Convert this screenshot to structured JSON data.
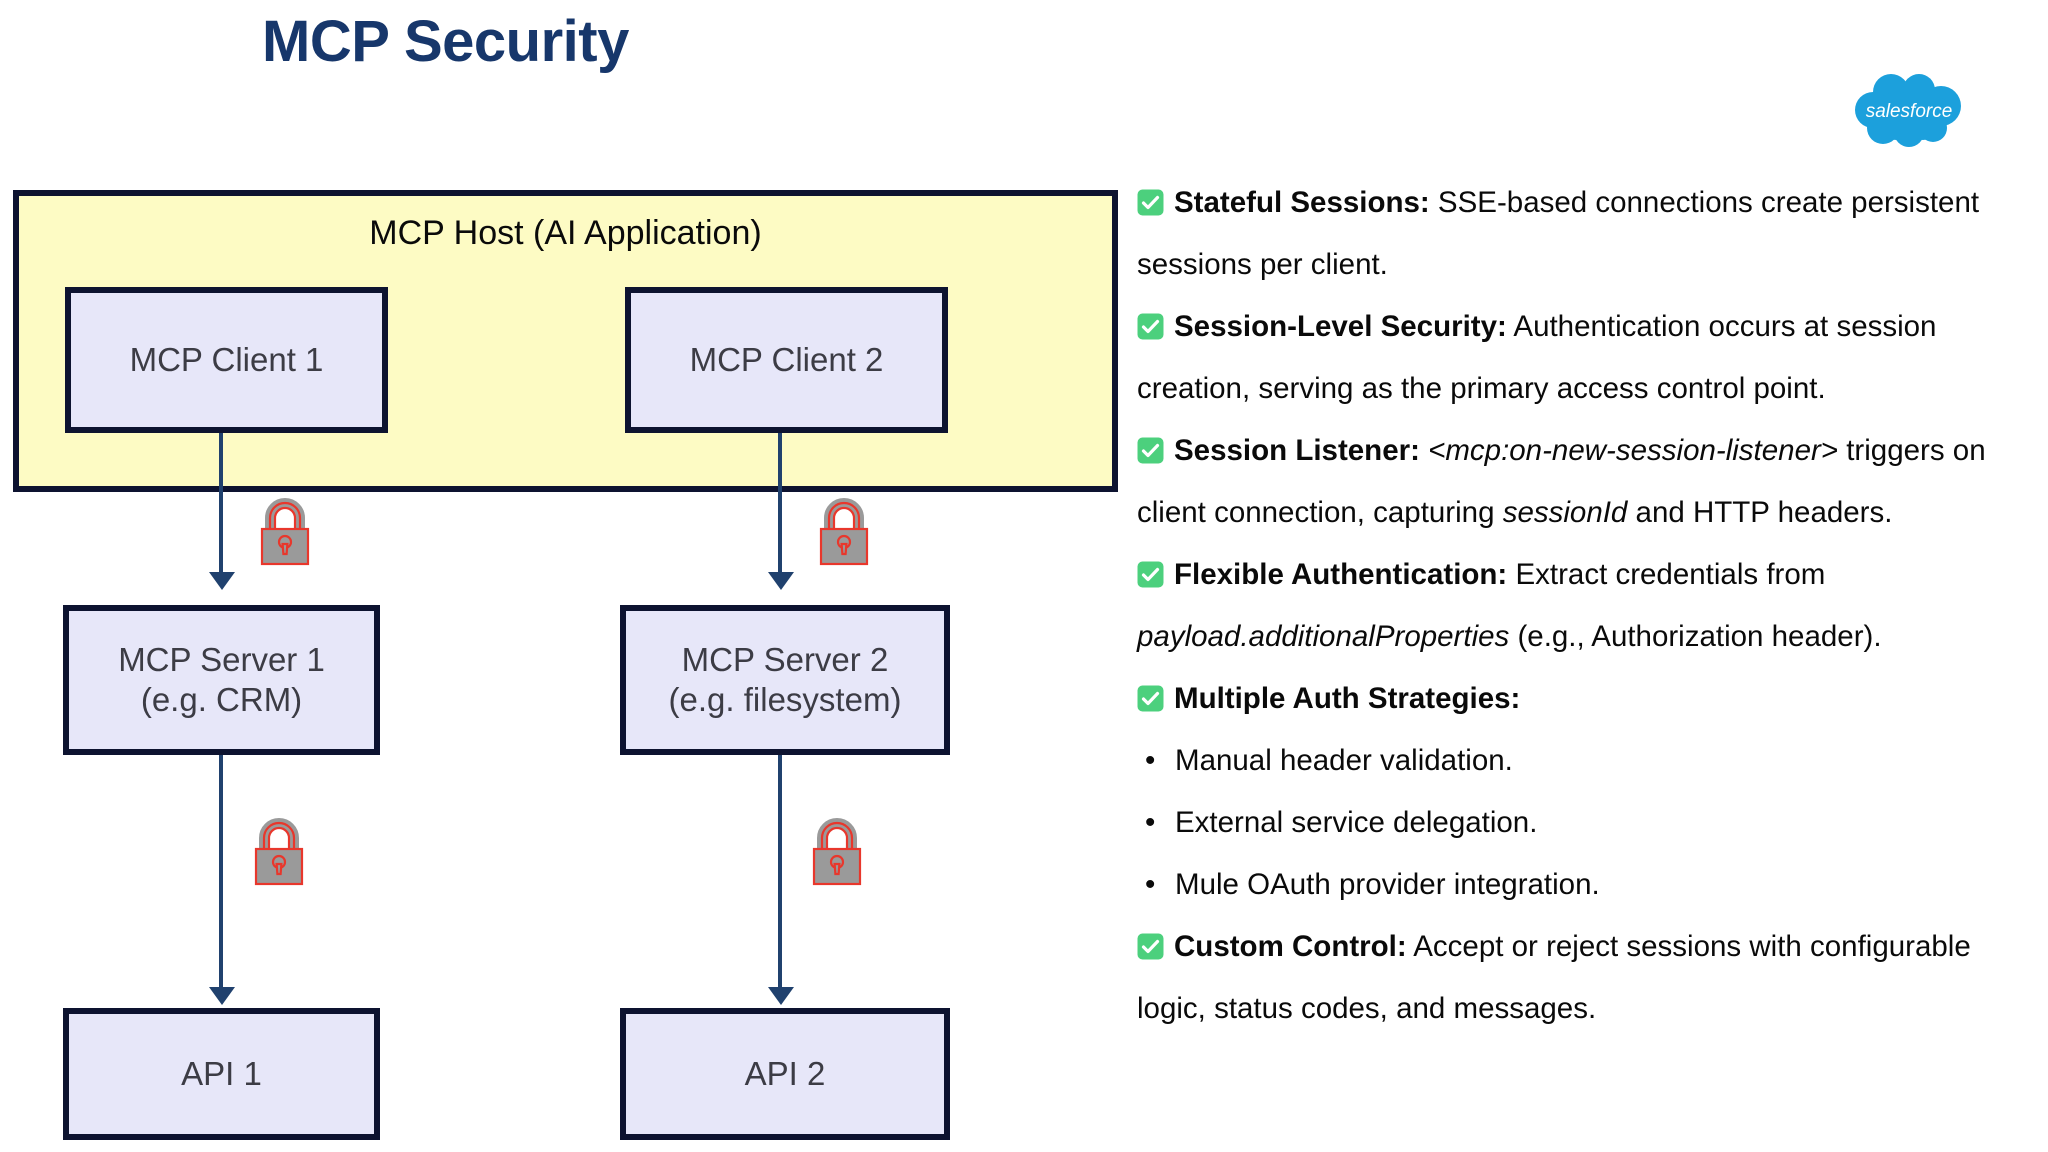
{
  "title": "MCP Security",
  "brand": {
    "logo_name": "salesforce-cloud-logo",
    "logo_text": "salesforce",
    "logo_color": "#1CA0DC"
  },
  "colors": {
    "title": "#17376b",
    "host_fill": "#FDFBC4",
    "node_fill": "#E7E7F9",
    "node_border": "#0D1330",
    "connector": "#20416E",
    "lock_body": "#9A9A9A",
    "lock_outline": "#E8372C",
    "check_green": "#4CD07D"
  },
  "diagram": {
    "host": {
      "label": "MCP Host (AI Application)",
      "clients": [
        {
          "name": "client-1",
          "label": "MCP Client 1"
        },
        {
          "name": "client-2",
          "label": "MCP Client 2"
        }
      ]
    },
    "servers": [
      {
        "name": "server-1",
        "line1": "MCP Server 1",
        "line2": "(e.g. CRM)"
      },
      {
        "name": "server-2",
        "line1": "MCP Server 2",
        "line2": "(e.g. filesystem)"
      }
    ],
    "apis": [
      {
        "name": "api-1",
        "label": "API 1"
      },
      {
        "name": "api-2",
        "label": "API 2"
      }
    ],
    "locks": [
      {
        "name": "lock-client-1-server-1"
      },
      {
        "name": "lock-client-2-server-2"
      },
      {
        "name": "lock-server-1-api-1"
      },
      {
        "name": "lock-server-2-api-2"
      }
    ]
  },
  "features": [
    {
      "icon": "check-box-icon",
      "label": "Stateful Sessions:",
      "body": " SSE-based connections create persistent sessions per client."
    },
    {
      "icon": "check-box-icon",
      "label": "Session-Level Security:",
      "body": " Authentication occurs at session creation, serving as the primary access control point."
    },
    {
      "icon": "check-box-icon",
      "label": "Session Listener:",
      "pre": " ",
      "italic1": "<mcp:on-new-session-listener>",
      "mid": " triggers on client connection, capturing ",
      "italic2": "sessionId",
      "post": " and HTTP headers."
    },
    {
      "icon": "check-box-icon",
      "label": "Flexible Authentication:",
      "pre": " Extract credentials from ",
      "italic1": "payload.additionalProperties",
      "post": " (e.g., Authorization header)."
    },
    {
      "icon": "check-box-icon",
      "label": "Multiple Auth Strategies:",
      "body": ""
    }
  ],
  "sub_items": [
    {
      "bullet": "•",
      "text": "Manual header validation."
    },
    {
      "bullet": "•",
      "text": "External service delegation."
    },
    {
      "bullet": "•",
      "text": "Mule OAuth provider integration."
    }
  ],
  "final_feature": {
    "icon": "check-box-icon",
    "label": "Custom Control:",
    "body": " Accept or reject sessions with configurable logic, status codes, and messages."
  }
}
